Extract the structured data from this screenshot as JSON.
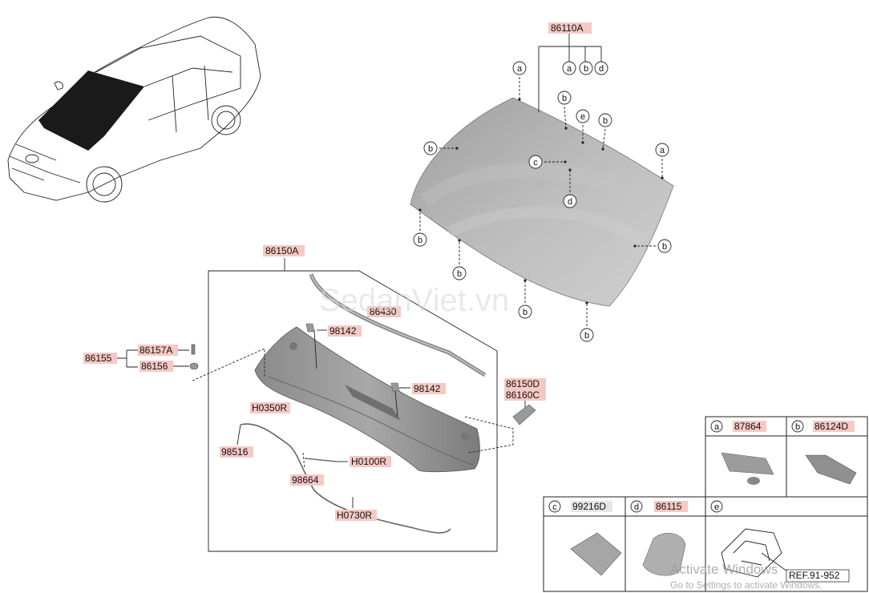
{
  "watermark": "SedanViet.vn",
  "windows_notice": {
    "line1": "Activate Windows",
    "line2": "Go to Settings to activate Windows."
  },
  "callouts": {
    "windshield": "86110A",
    "cowl_assy": "86150A",
    "cowl_strip": "86430",
    "clip_top": "98142",
    "clip_mid": "98142",
    "bolt_group": "86155",
    "bolt": "86157A",
    "nut": "86156",
    "side_cover_1": "86150D",
    "side_cover_2": "86160C",
    "hose_1": "H0350R",
    "nozzle": "98516",
    "hose_2": "H0100R",
    "check_valve": "98664",
    "hose_3": "H0730R"
  },
  "letters": {
    "a": "a",
    "b": "b",
    "c": "c",
    "d": "d",
    "e": "e"
  },
  "legend": {
    "a": {
      "letter": "a",
      "part": "87864"
    },
    "b": {
      "letter": "b",
      "part": "86124D"
    },
    "c": {
      "letter": "c",
      "part": "99216D"
    },
    "d": {
      "letter": "d",
      "part": "86115"
    },
    "e": {
      "letter": "e",
      "part": "",
      "ref": "REF.91-952"
    }
  },
  "colors": {
    "label_highlight": "#f6c9c4",
    "glass": "#b8b8b8",
    "cowl": "#9a9a9a"
  }
}
